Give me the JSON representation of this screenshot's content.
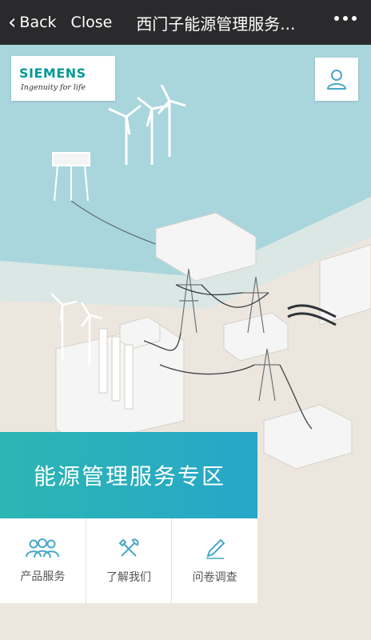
{
  "topbar": {
    "back_label": "Back",
    "close_label": "Close",
    "title": "西门子能源管理服务..."
  },
  "logo": {
    "brand": "SIEMENS",
    "tagline": "Ingenuity for life"
  },
  "banner": {
    "title": "能源管理服务专区"
  },
  "tiles": [
    {
      "label": "产品服务",
      "icon": "people-icon"
    },
    {
      "label": "了解我们",
      "icon": "tools-icon"
    },
    {
      "label": "问卷调查",
      "icon": "pencil-icon"
    }
  ],
  "colors": {
    "topbar": "#2a2a2c",
    "sea": "#a9d6dc",
    "land": "#ece6de",
    "accent": "#2bb6b3",
    "icon": "#4aa8c8",
    "brand": "#009999"
  }
}
